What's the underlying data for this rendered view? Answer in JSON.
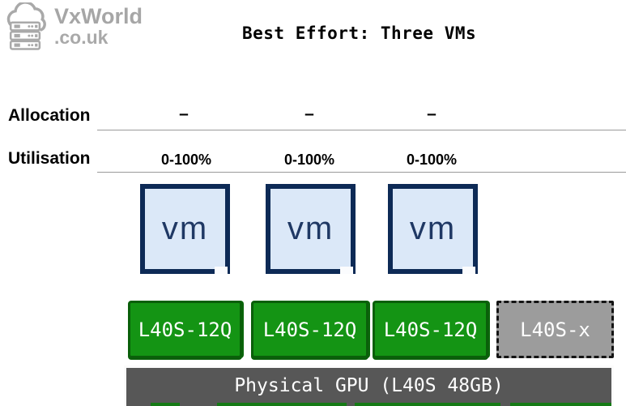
{
  "logo": {
    "icon": "cloud-server-icon",
    "brand": "VxWorld",
    "domain": ".co.uk"
  },
  "title": "Best Effort: Three VMs",
  "metrics": {
    "allocation": {
      "label": "Allocation",
      "values": [
        "–",
        "–",
        "–"
      ]
    },
    "utilisation": {
      "label": "Utilisation",
      "values": [
        "0-100%",
        "0-100%",
        "0-100%"
      ]
    }
  },
  "vms": [
    {
      "label": "vm"
    },
    {
      "label": "vm"
    },
    {
      "label": "vm"
    }
  ],
  "gpu_profiles": [
    {
      "label": "L40S-12Q",
      "state": "allocated"
    },
    {
      "label": "L40S-12Q",
      "state": "allocated"
    },
    {
      "label": "L40S-12Q",
      "state": "allocated"
    },
    {
      "label": "L40S-x",
      "state": "unused"
    }
  ],
  "physical_gpu": {
    "label": "Physical GPU (L40S 48GB)"
  },
  "colors": {
    "logo_gray": "#a6a6a6",
    "title_black": "#000000",
    "vm_fill": "#dbe8f8",
    "vm_border": "#0d2a56",
    "vm_text": "#1f3864",
    "profile_green": "#149414",
    "profile_green_border": "#0a5f0a",
    "profile_unused_gray": "#9c9c9c",
    "gpu_bar_gray": "#575757",
    "divider_gray": "#9a9a9a",
    "text_white": "#ffffff"
  }
}
